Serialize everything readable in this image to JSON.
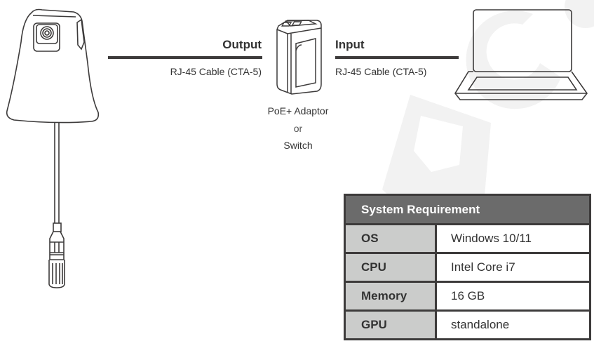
{
  "diagram": {
    "output_label": "Output",
    "output_cable": "RJ-45 Cable (CTA-5)",
    "input_label": "Input",
    "input_cable": "RJ-45 Cable (CTA-5)",
    "adaptor_line1": "PoE+ Adaptor",
    "adaptor_line2": "or",
    "adaptor_line3": "Switch"
  },
  "requirements": {
    "title": "System Requirement",
    "rows": [
      {
        "key": "OS",
        "value": "Windows 10/11"
      },
      {
        "key": "CPU",
        "value": "Intel Core i7"
      },
      {
        "key": "Memory",
        "value": "16 GB"
      },
      {
        "key": "GPU",
        "value": "standalone"
      }
    ]
  },
  "colors": {
    "line": "#3d3b3b",
    "header_bg": "#6b6b6b",
    "key_bg": "#cbcccb",
    "watermark": "#f3f3f3"
  }
}
